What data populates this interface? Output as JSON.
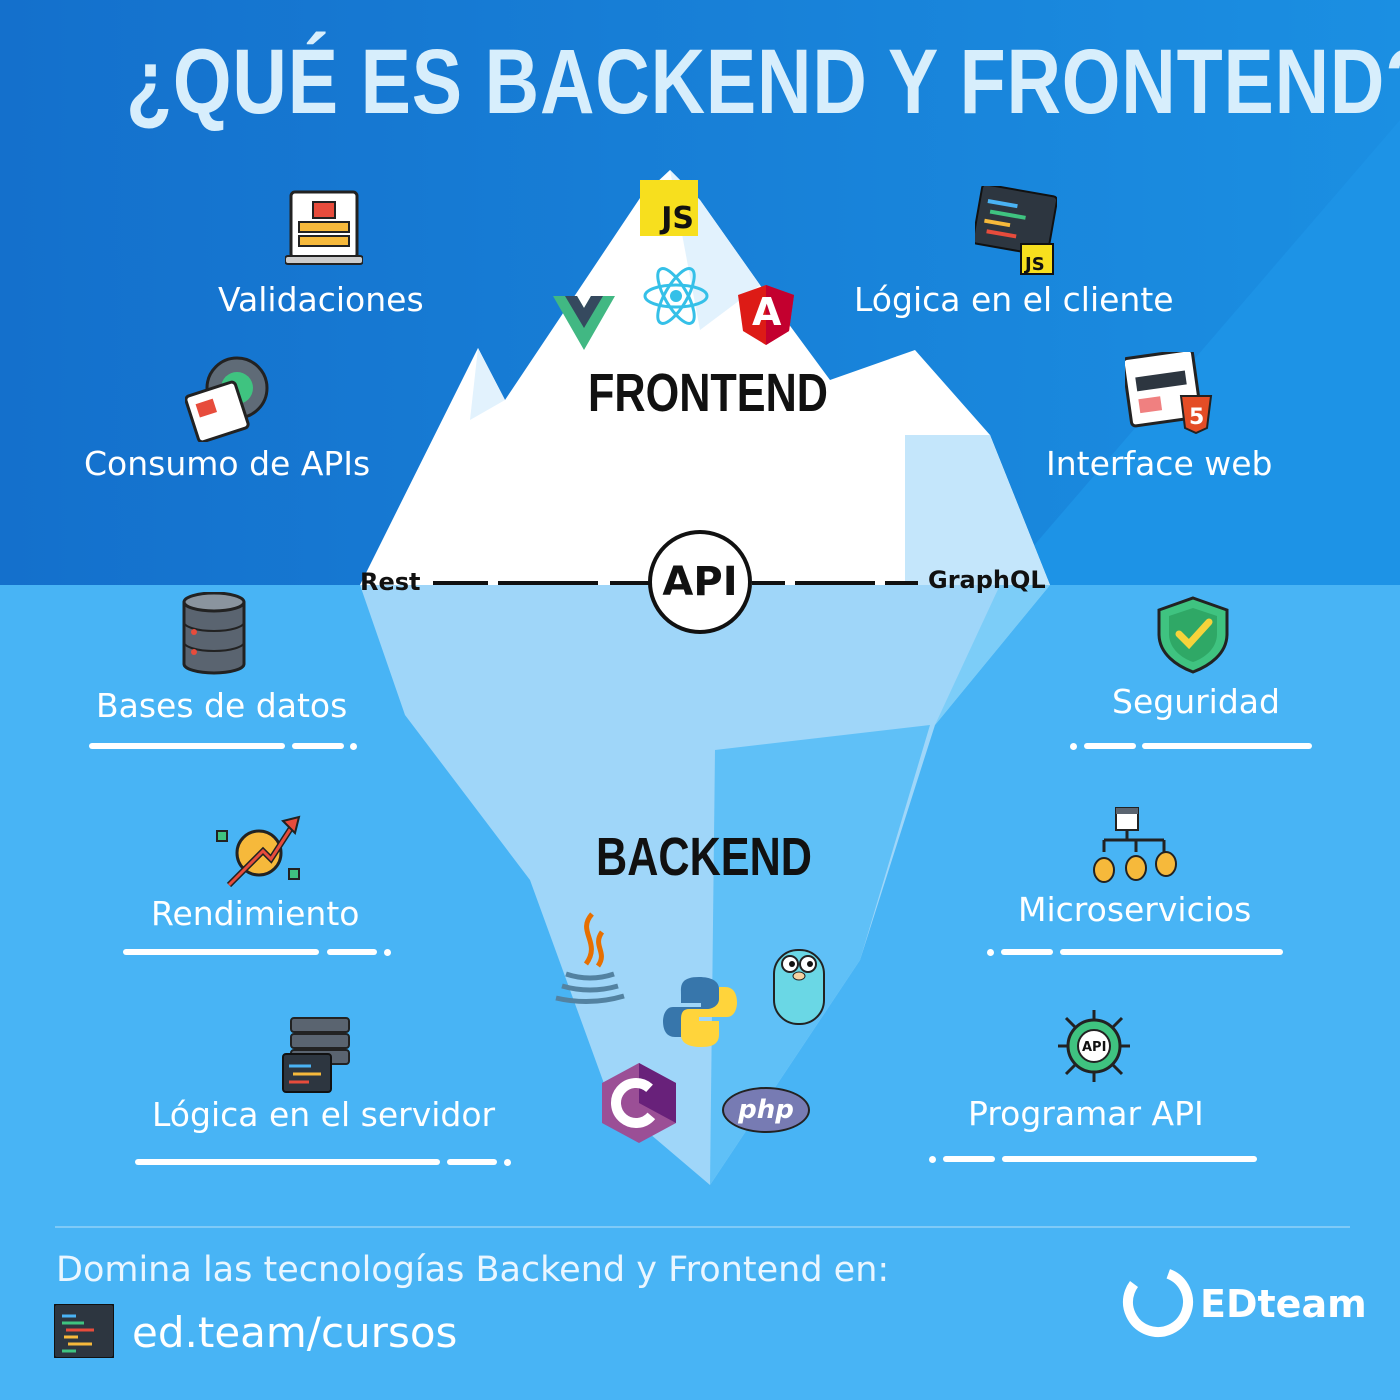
{
  "title": "¿QUÉ ES BACKEND Y FRONTEND?",
  "colors": {
    "top_bg": "#1577d0",
    "bottom_bg": "#48b4f5",
    "ice": "#ffffff",
    "ice_under": "#9fd6f9",
    "ice_dark": "#5fc0f7"
  },
  "frontend": {
    "label": "FRONTEND",
    "items": [
      {
        "label": "Validaciones",
        "icon": "secure-form-icon"
      },
      {
        "label": "Consumo de APIs",
        "icon": "api-gear-icon"
      },
      {
        "label": "Lógica en el cliente",
        "icon": "js-code-icon"
      },
      {
        "label": "Interface web",
        "icon": "html5-window-icon"
      }
    ],
    "tech_icons": [
      "javascript-icon",
      "vue-icon",
      "react-icon",
      "angular-icon"
    ],
    "js_text": "JS",
    "angular_text": "A"
  },
  "api": {
    "label": "API",
    "left": "Rest",
    "right": "GraphQL"
  },
  "backend": {
    "label": "BACKEND",
    "items": [
      {
        "label": "Bases de datos",
        "icon": "database-icon"
      },
      {
        "label": "Rendimiento",
        "icon": "performance-icon"
      },
      {
        "label": "Lógica en el servidor",
        "icon": "server-code-icon"
      },
      {
        "label": "Seguridad",
        "icon": "shield-check-icon"
      },
      {
        "label": "Microservicios",
        "icon": "microservices-icon"
      },
      {
        "label": "Programar API",
        "icon": "api-gear-icon"
      }
    ],
    "tech_icons": [
      "java-icon",
      "python-icon",
      "go-gopher-icon",
      "csharp-icon",
      "php-icon"
    ],
    "php_text": "php",
    "csharp_text": "C#"
  },
  "footer": {
    "text": "Domina las tecnologías Backend y Frontend en:",
    "link": "ed.team/cursos",
    "logo": "EDteam"
  }
}
